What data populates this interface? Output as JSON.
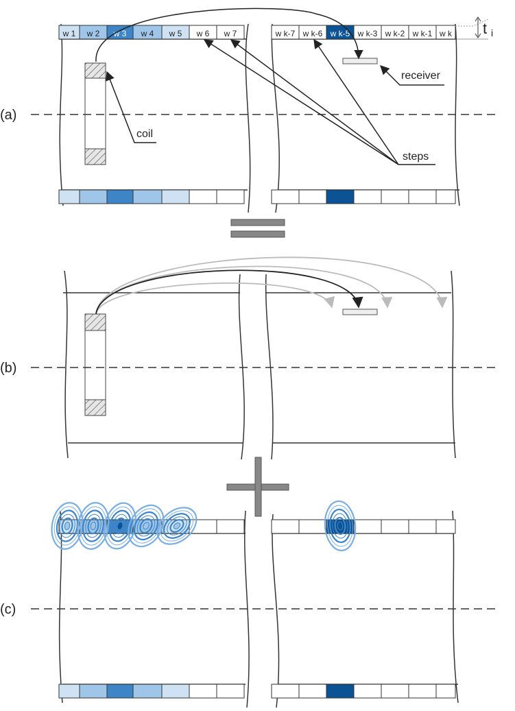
{
  "panels": {
    "a": "(a)",
    "b": "(b)",
    "c": "(c)"
  },
  "callouts": {
    "coil": "coil",
    "receiver": "receiver",
    "steps": "steps",
    "thickness_main": "t",
    "thickness_sub": "i"
  },
  "windows_left": [
    {
      "label": "w 1",
      "level": 1
    },
    {
      "label": "w 2",
      "level": 2
    },
    {
      "label": "w 3",
      "level": 3
    },
    {
      "label": "w 4",
      "level": 2
    },
    {
      "label": "w 5",
      "level": 1
    },
    {
      "label": "w 6",
      "level": 0
    },
    {
      "label": "w 7",
      "level": 0
    }
  ],
  "windows_right": [
    {
      "label": "w k-7",
      "level": 0
    },
    {
      "label": "w k-6",
      "level": 0
    },
    {
      "label": "w k-5",
      "level": 4
    },
    {
      "label": "w k-3",
      "level": 0
    },
    {
      "label": "w k-2",
      "level": 0
    },
    {
      "label": "w k-1",
      "level": 0
    },
    {
      "label": "w k",
      "level": 0
    }
  ],
  "colors": {
    "level_0": "#ffffff",
    "level_1": "#cfe2f3",
    "level_2": "#9fc5e8",
    "level_3": "#3d85c6",
    "level_4": "#0b5394",
    "operator": "#808080",
    "ray_active": "#222222",
    "ray_faded": "#bbbbbb",
    "contour": "#3d85c6"
  },
  "operators": {
    "between_a_b": "equals",
    "between_b_c": "plus"
  }
}
